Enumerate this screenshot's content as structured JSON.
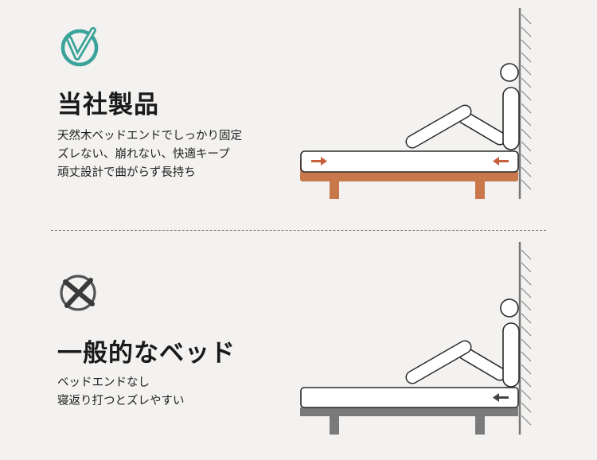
{
  "good": {
    "title": "当社製品",
    "lines": [
      "天然木ベッドエンドでしっかり固定",
      "ズレない、崩れない、快適キープ",
      "頑丈設計で曲がらず長持ち"
    ],
    "badge_icon": "check-icon",
    "badge_color": "#3aa39a",
    "frame_color": "#c8784a",
    "arrow_color": "#c8603c"
  },
  "bad": {
    "title": "一般的なベッド",
    "lines": [
      "ベッドエンドなし",
      "寝返り打つとズレやすい"
    ],
    "badge_icon": "cross-icon",
    "badge_color": "#555555",
    "frame_color": "#7a7a7a",
    "arrow_color": "#444444"
  }
}
